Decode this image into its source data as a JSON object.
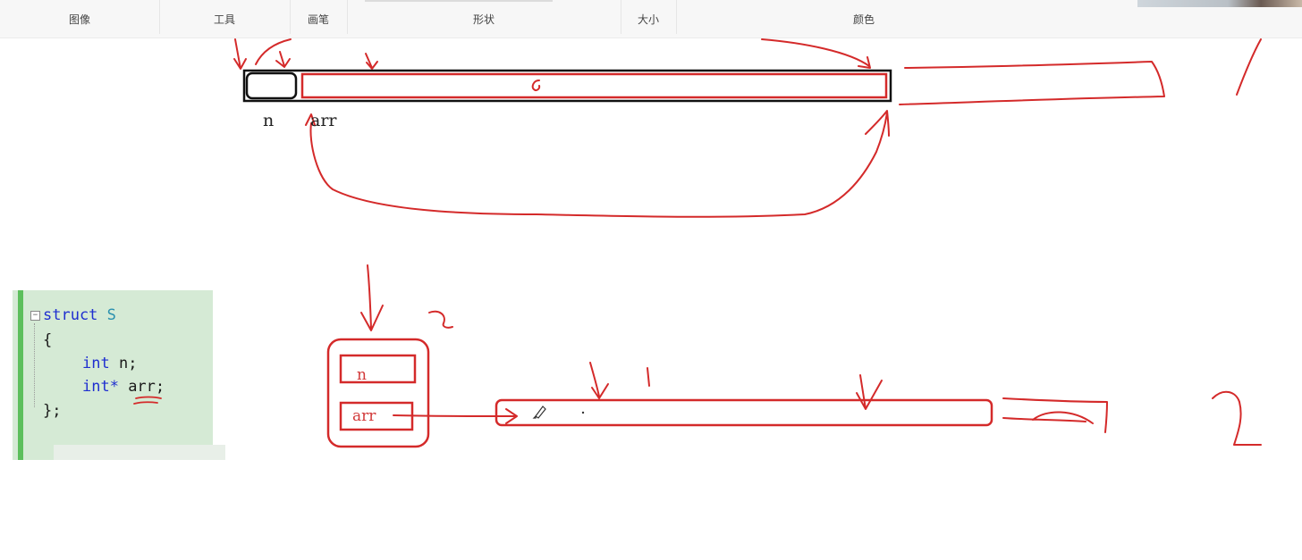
{
  "toolbar": {
    "groups": [
      {
        "label": "图像"
      },
      {
        "label": "工具"
      },
      {
        "label": "画笔"
      },
      {
        "label": "形状"
      },
      {
        "label": "大小"
      },
      {
        "label": "颜色"
      }
    ]
  },
  "diagram_top": {
    "label_n": "n",
    "label_arr": "arr",
    "inner_mark": "G"
  },
  "diagram_bottom": {
    "field_n": "n",
    "field_arr": "arr"
  },
  "code": {
    "line1_kw": "struct",
    "line1_name": "S",
    "line2": "{",
    "line3_kw": "int",
    "line3_rest": " n;",
    "line4_kw": "int*",
    "line4_rest": " arr;",
    "line5": "};"
  },
  "colors": {
    "ink": "#d42a2a",
    "keyword": "#1f2fd0",
    "type": "#2b91af",
    "code_bg": "#d5ead5",
    "code_bar": "#5cbf5c"
  }
}
